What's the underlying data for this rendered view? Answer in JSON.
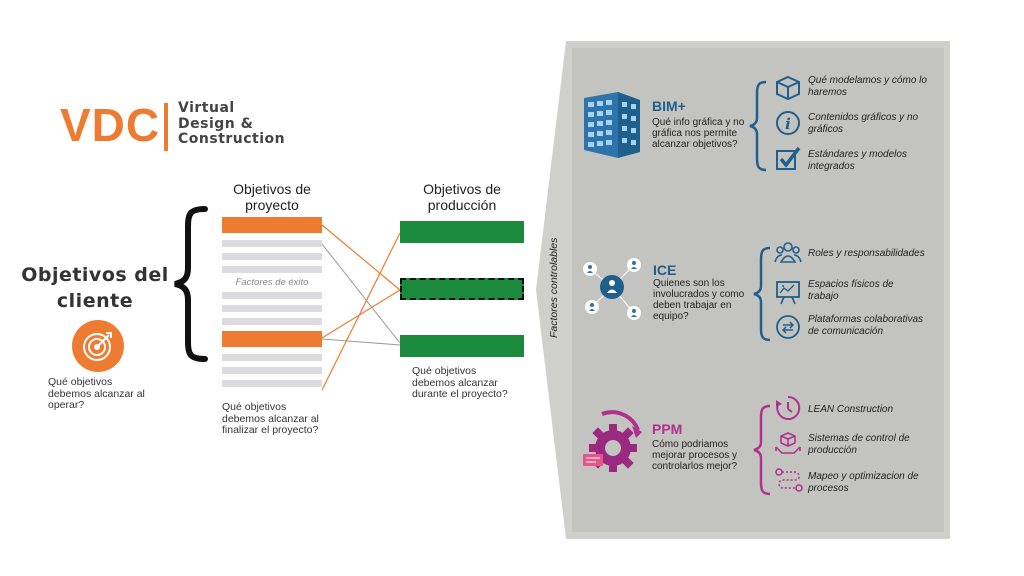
{
  "logo": {
    "abbr": "VDC",
    "line1": "Virtual",
    "line2": "Design &",
    "line3": "Construction"
  },
  "client": {
    "title_line1": "Objetivos del",
    "title_line2": "cliente",
    "question": [
      "Qué objetivos",
      "debemos alcanzar al",
      "operar?"
    ]
  },
  "project": {
    "heading_line1": "Objetivos de",
    "heading_line2": "proyecto",
    "factors_label": "Factores de éxito",
    "question": [
      "Qué objetivos",
      "debemos alcanzar al",
      "finalizar el proyecto?"
    ]
  },
  "production": {
    "heading_line1": "Objetivos de",
    "heading_line2": "producción",
    "question": [
      "Qué objetivos",
      "debemos alcanzar",
      "durante el proyecto?"
    ]
  },
  "side_label": "Factores controlables",
  "categories": [
    {
      "title": "BIM+",
      "color": "#1f5f8b",
      "desc": [
        "Qué info gráfica y no",
        "gráfica nos permite",
        "alcanzar objetivos?"
      ],
      "items": [
        {
          "icon": "cube-icon",
          "lines": [
            "Qué modelamos y cómo lo",
            "haremos"
          ]
        },
        {
          "icon": "info-icon",
          "lines": [
            "Contenidos gráficos y no",
            "gráficos"
          ]
        },
        {
          "icon": "checkbox-icon",
          "lines": [
            "Estándares y  modelos",
            "integrados"
          ]
        }
      ]
    },
    {
      "title": "ICE",
      "color": "#1f5f8b",
      "desc": [
        "Quienes son los",
        "involucrados y como",
        "deben trabajar en",
        "equipo?"
      ],
      "items": [
        {
          "icon": "group-icon",
          "lines": [
            "Roles y responsabilidades"
          ]
        },
        {
          "icon": "whiteboard-icon",
          "lines": [
            "Espacios físicos de",
            "trabajo"
          ]
        },
        {
          "icon": "sync-icon",
          "lines": [
            "Plataformas colaborativas",
            "de comunicación"
          ]
        }
      ]
    },
    {
      "title": "PPM",
      "color": "#b02f8f",
      "desc": [
        "Cómo podriamos",
        "mejorar procesos y",
        "controlarlos mejor?"
      ],
      "items": [
        {
          "icon": "timer-icon",
          "lines": [
            "LEAN Construction"
          ]
        },
        {
          "icon": "hand-box-icon",
          "lines": [
            "Sistemas de control de",
            "producción"
          ]
        },
        {
          "icon": "path-icon",
          "lines": [
            "Mapeo y optimizacion de",
            "procesos"
          ]
        }
      ]
    }
  ],
  "colors": {
    "orange": "#ee7b32",
    "green": "#1b8a3c",
    "blue": "#1f5f8b",
    "magenta": "#b02f8f"
  }
}
